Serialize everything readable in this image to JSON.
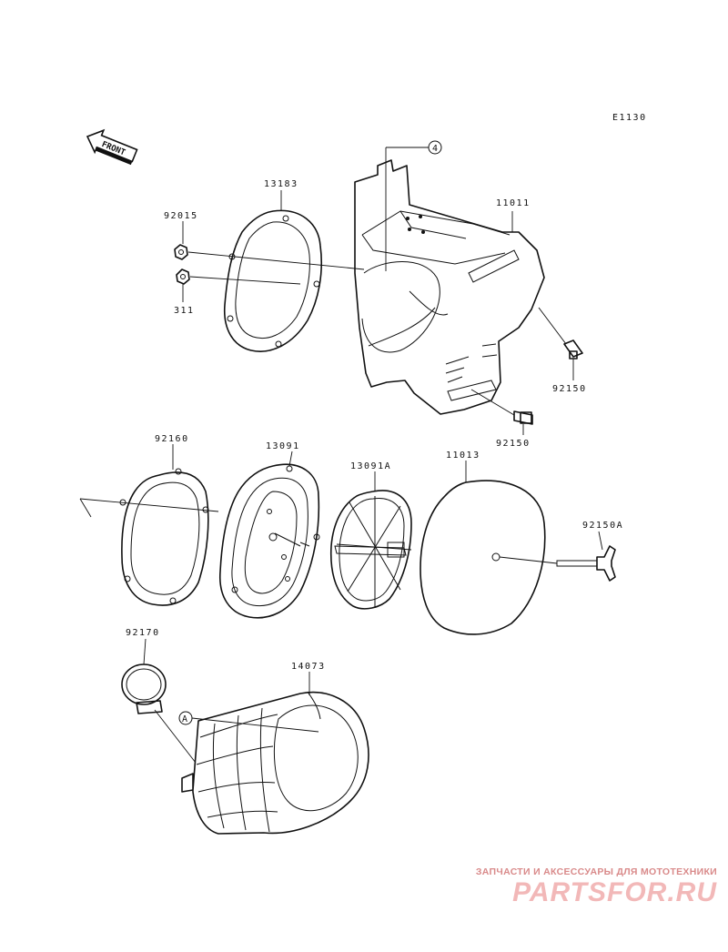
{
  "drawing_code": "E1130",
  "front_label": "FRONT",
  "callout_4": "4",
  "callout_a": "A",
  "parts": {
    "p13183": "13183",
    "p92015": "92015",
    "p311": "311",
    "p11011": "11011",
    "p92150_upper": "92150",
    "p92150_lower": "92150",
    "p92160": "92160",
    "p13091": "13091",
    "p13091a": "13091A",
    "p11013": "11013",
    "p92150a": "92150A",
    "p92170": "92170",
    "p14073": "14073"
  },
  "watermark": {
    "caption": "ЗАПЧАСТИ И АКСЕССУАРЫ ДЛЯ МОТОТЕХНИКИ",
    "logo": "PARTSFOR.RU"
  }
}
